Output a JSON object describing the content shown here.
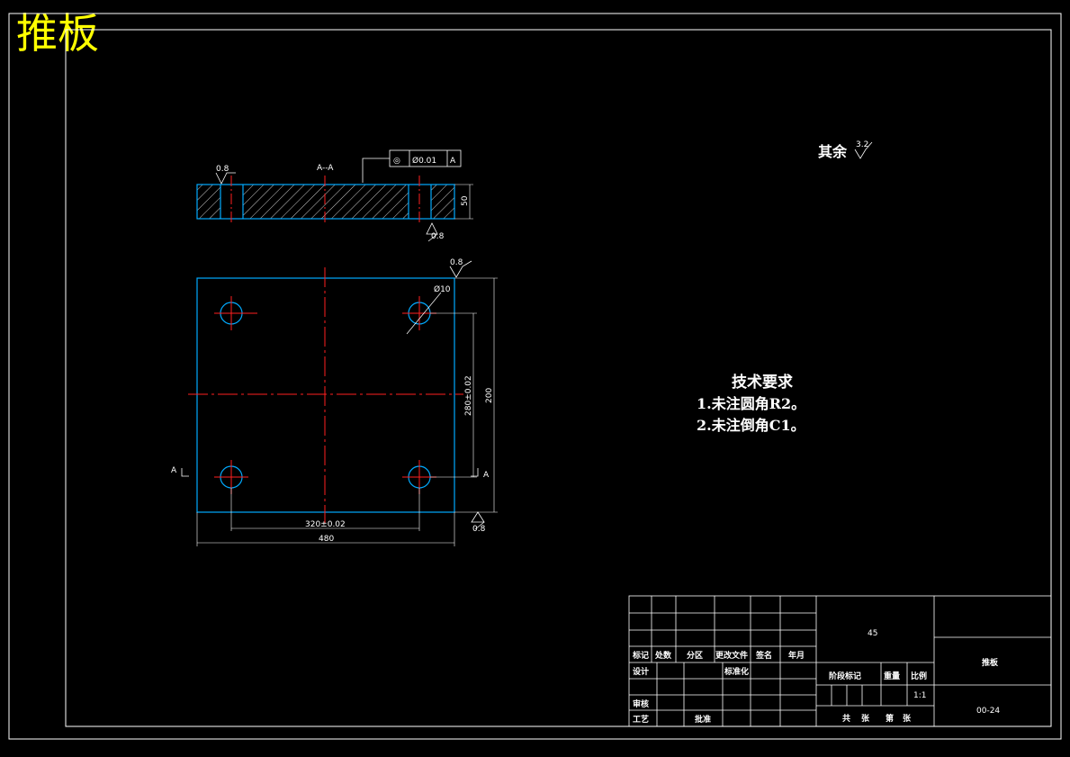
{
  "title": "推板",
  "colors": {
    "outline": "#00aaff",
    "center": "#ff2020",
    "frame": "#ffffff",
    "title": "#ffff00",
    "dim": "#ffffff"
  },
  "section": {
    "label": "A--A",
    "roughness_left": "0.8",
    "roughness_bottom": "0.8",
    "thickness": "50",
    "tolerance": {
      "symbol": "◎",
      "value": "Ø0.01",
      "datum": "A"
    }
  },
  "plan": {
    "roughness_top": "0.8",
    "roughness_bottom": "0.8",
    "hole_dia": "Ø10",
    "dim_hole_spacing_x": "320±0.02",
    "dim_width": "480",
    "dim_hole_spacing_y": "280±0.02",
    "dim_height": "200",
    "section_mark_left": "A",
    "section_mark_right": "A"
  },
  "surface_other": {
    "label": "其余",
    "value": "3.2"
  },
  "tech_req": {
    "heading": "技术要求",
    "items": [
      "1.未注圆角R2。",
      "2.未注倒角C1。"
    ]
  },
  "title_block": {
    "material": "45",
    "part_name": "推板",
    "drawing_no": "00-24",
    "scale_value": "1:1",
    "headers": [
      "标记",
      "处数",
      "分区",
      "更改文件",
      "签名",
      "年月"
    ],
    "design": "设计",
    "standardize": "标准化",
    "stage_mark": "阶段标记",
    "weight": "重量",
    "scale": "比例",
    "review": "审核",
    "process": "工艺",
    "approve": "批准",
    "sheets": [
      "共",
      "张",
      "第",
      "张"
    ]
  }
}
